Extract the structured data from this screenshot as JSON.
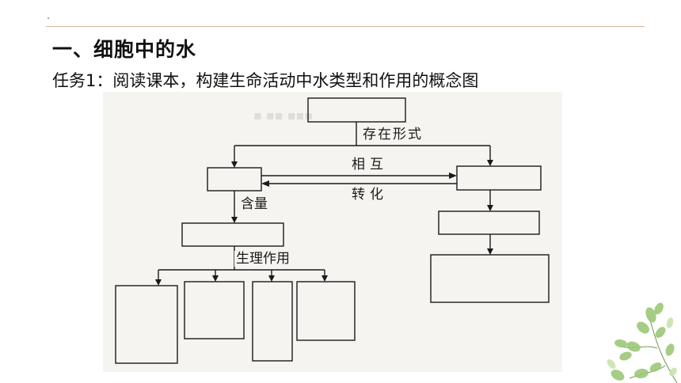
{
  "slide": {
    "heading": "一、细胞中的水",
    "task": "任务1：阅读课本，构建生命活动中水类型和作用的概念图"
  },
  "diagram": {
    "labels": {
      "existence": "存在形式",
      "mutual": "相互",
      "conversion": "转化",
      "content": "含量",
      "function": "生理作用"
    }
  },
  "colors": {
    "rule": "#d9b9a6",
    "ink": "#1a1a1a",
    "leaf": "#8fbf6a"
  }
}
